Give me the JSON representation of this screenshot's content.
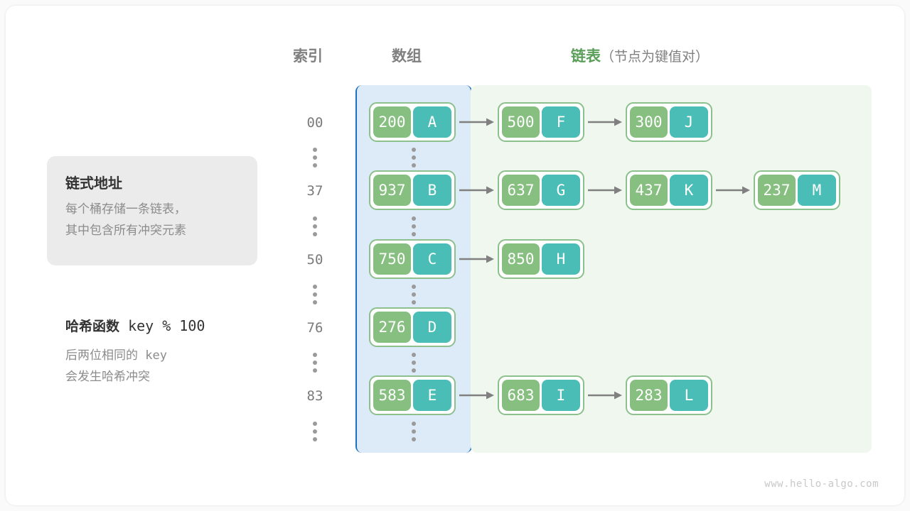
{
  "headers": {
    "index": "索引",
    "array": "数组",
    "list_strong": "链表",
    "list_sub": "（节点为键值对）"
  },
  "note": {
    "title": "链式地址",
    "body": "每个桶存储一条链表，\n其中包含所有冲突元素"
  },
  "hash": {
    "title_prefix": "哈希函数",
    "title_expr": "key % 100",
    "body_line1_prefix": "后两位相同的",
    "body_line1_mono": "key",
    "body_line2": "会发生哈希冲突"
  },
  "colors": {
    "key_green": "#86bf7f",
    "value_teal": "#49bdb6",
    "node_border": "#8cc08c",
    "array_panel_bg": "#ddeaf7",
    "array_panel_border": "#1b72c0",
    "list_panel_bg": "#eff7ef",
    "arrow_gray": "#808080",
    "accent_green": "#5a9e5a",
    "card_bg": "#ebebeb"
  },
  "buckets": [
    {
      "index": "00",
      "bucket": {
        "key": "200",
        "value": "A"
      },
      "chain": [
        {
          "key": "500",
          "value": "F"
        },
        {
          "key": "300",
          "value": "J"
        }
      ]
    },
    {
      "index": "37",
      "bucket": {
        "key": "937",
        "value": "B"
      },
      "chain": [
        {
          "key": "637",
          "value": "G"
        },
        {
          "key": "437",
          "value": "K"
        },
        {
          "key": "237",
          "value": "M"
        }
      ]
    },
    {
      "index": "50",
      "bucket": {
        "key": "750",
        "value": "C"
      },
      "chain": [
        {
          "key": "850",
          "value": "H"
        }
      ]
    },
    {
      "index": "76",
      "bucket": {
        "key": "276",
        "value": "D"
      },
      "chain": []
    },
    {
      "index": "83",
      "bucket": {
        "key": "583",
        "value": "E"
      },
      "chain": [
        {
          "key": "683",
          "value": "I"
        },
        {
          "key": "283",
          "value": "L"
        }
      ]
    }
  ],
  "ellipsis_count": 5,
  "watermark": "www.hello-algo.com"
}
